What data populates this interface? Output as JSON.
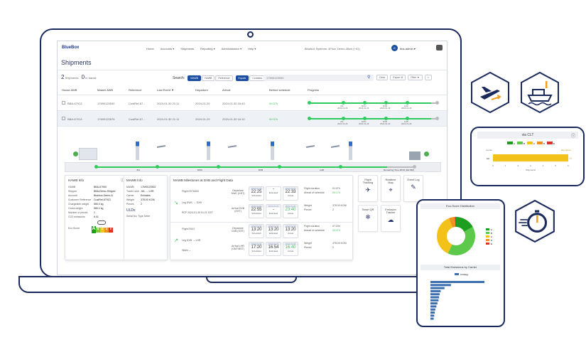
{
  "app": {
    "logo": "BlueBox",
    "page_title": "Shipments"
  },
  "nav": {
    "items": [
      "Home",
      "Accounts ▾",
      "Shipments",
      "Reporting ▾",
      "Administration ▾",
      "Help ▾"
    ],
    "org": "Bluebox Systems: 4Flow, Demo-4flow (+01)",
    "user_initial": "B",
    "user": "bbs-admin ▾"
  },
  "toolbar": {
    "shipments_count": "2",
    "shipments_label": "Shipments",
    "intransit_count": "0",
    "intransit_label": "In transit",
    "search_label": "Search:",
    "search_types": [
      "MAWB",
      "HAWB",
      "Reference"
    ],
    "match_types": [
      "Equals",
      "Contains"
    ],
    "search_value": "17690120530",
    "clear": "Clear",
    "export": "Export ⬇",
    "filter": "Filter ▼"
  },
  "table": {
    "headers": [
      "House AWB",
      "Master AWB",
      "Reference",
      "Last Event ▼",
      "Departure",
      "Arrival",
      "Behind schedule",
      "Progress"
    ],
    "rows": [
      {
        "hawb": "BBA-67913",
        "mawb": "17690120530",
        "ref": "CustRef-67...",
        "last": "2024-01-30 21:11",
        "dep": "2024-01-29",
        "arr": "2024-01-30 16:43",
        "behind": "00:37h"
      },
      {
        "hawb": "BBA-67913",
        "mawb": "17690120576",
        "ref": "CustRef-67...",
        "last": "2024-01-30 21:11",
        "dep": "2024-01-29",
        "arr": "2024-01-30 16:10",
        "behind": "00:37h"
      }
    ],
    "stops": [
      {
        "code": "JUL",
        "date": "2024-01-29"
      },
      {
        "code": "DWC",
        "date": "2024-01-29"
      },
      {
        "code": "DXB",
        "date": "2024-01-29"
      },
      {
        "code": "LHR",
        "date": "2024-01-29"
      }
    ]
  },
  "route": {
    "stops": [
      "JUL",
      "DWC",
      "DXB",
      "LHR"
    ],
    "remaining": "Remaining Time 48:00 (HH:MM)"
  },
  "hawb": {
    "title": "HAWB Info",
    "fields": [
      [
        "HAWB",
        "BBA-67950"
      ],
      [
        "Shipper",
        "BBA-Demo-Shipper"
      ],
      [
        "Account",
        "Bluebox-Demo-A"
      ],
      [
        "Customer Reference",
        "CustRef-67913"
      ],
      [
        "Chargeable weight",
        "580.0 kg"
      ],
      [
        "Gross weight",
        "580.0 kg"
      ],
      [
        "Number of pieces",
        "1"
      ],
      [
        "CO2 emissions",
        "6.41"
      ]
    ],
    "eco_label": "Eco Score",
    "eco_grades": [
      "A",
      "B",
      "C",
      "D",
      "E"
    ]
  },
  "mawb": {
    "title": "MAWB Info",
    "fields": [
      [
        "MAWB",
        "17690120532"
      ],
      [
        "Trade Lane",
        "JUL → LHR"
      ],
      [
        "Carrier",
        "Emirates"
      ],
      [
        "Weight",
        "378.00 KGM"
      ],
      [
        "Pieces",
        "2"
      ]
    ],
    "ulds": "ULDs",
    "uld_cols": "Serial No.  Type  Defer"
  },
  "milestones": {
    "title": "MAWB Milestones at DXB and Flight Data",
    "flights": [
      {
        "flight": "Flight EK76400",
        "leg": "Leg  DWC → DXB",
        "extra": "RCF  2024-01-30 01:21 GST",
        "dep": {
          "label": "Departure DWC (GST)",
          "sched": "22:25",
          "est": "-",
          "act": "22:33"
        },
        "arr": {
          "label": "Arrival DXB (GST)",
          "sched": "22:55",
          "est": "-",
          "act": "23:40"
        },
        "duration": "01:07h",
        "ahead": "00:17h",
        "weight": "378.00 KGM",
        "pieces": "2"
      },
      {
        "flight": "Flight EK01",
        "leg": "Leg  DXB → LHR",
        "extra": "Hides ⌄",
        "dep": {
          "label": "Departure DXB (GST)",
          "sched": "13:20",
          "est": "13:20",
          "act": "13:20"
        },
        "arr": {
          "label": "Arrival LHR (GMT/BST)",
          "sched": "17:20",
          "est": "16:54",
          "act": "16:40"
        },
        "duration": "07:20h",
        "ahead": "00:37h",
        "weight": "378.00 KGM",
        "pieces": "2"
      }
    ],
    "date": "2024-01-29",
    "sched_label": "Scheduled",
    "est_label": "Estimated",
    "act_label": "Actual",
    "duration_label": "Flight duration",
    "ahead_label": "Ahead of schedule",
    "weight_label": "Weight",
    "pieces_label": "Pieces"
  },
  "tiles": [
    "Flight Tracking",
    "Realtime Map",
    "Event Log",
    "Smart QR",
    "Emission Tracker"
  ],
  "clt_card": {
    "title": "via CLT",
    "legend": [
      "A",
      "B",
      "C",
      "D",
      "E"
    ],
    "ylabel": "Carrier",
    "y2label": "Eco Score",
    "category": "AA",
    "value": 6,
    "xticks": [
      "0",
      "1",
      "2",
      "3",
      "4",
      "5",
      "6"
    ],
    "xlabel": "Shipments",
    "colors": [
      "#1e9e1e",
      "#5cc94a",
      "#f2c21a",
      "#f0901e",
      "#e0302a"
    ]
  },
  "eco_dist": {
    "title": "Eco-Score Distribution",
    "slices": [
      {
        "grade": "A",
        "pct": 17
      },
      {
        "grade": "B",
        "pct": 40
      },
      {
        "grade": "C",
        "pct": 37
      },
      {
        "grade": "D",
        "pct": 5
      },
      {
        "grade": "E",
        "pct": 1
      }
    ]
  },
  "emissions": {
    "title": "Total Emissions by Carrier",
    "legend": "CO2(kg)",
    "values": [
      100,
      38,
      26,
      19,
      17,
      16,
      15,
      13,
      11,
      9,
      8,
      7,
      6
    ]
  }
}
